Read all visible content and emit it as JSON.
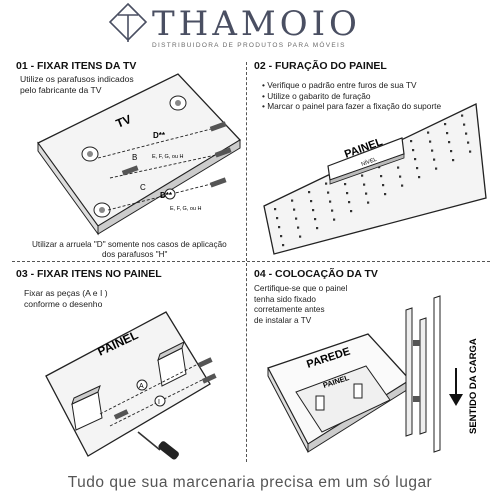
{
  "brand": {
    "name": "THAMOIO",
    "subtitle": "DISTRIBUIDORA DE PRODUTOS PARA MÓVEIS"
  },
  "steps": [
    {
      "title": "01 - FIXAR ITENS DA TV",
      "instructions": [
        "Utilize os parafusos indicados",
        "pelo fabricante da TV"
      ],
      "labels": {
        "surface": "TV",
        "washer_top": "D**",
        "washer_bottom": "D**",
        "screws_top": "E, F, G, ou H",
        "screws_bottom": "E, F, G, ou H",
        "item_b": "B",
        "item_c": "C"
      },
      "footnote": [
        "Utilizar a arruela \"D\" somente nos casos de aplicação",
        "dos parafusos \"H\""
      ]
    },
    {
      "title": "02 - FURAÇÃO DO PAINEL",
      "bullets": [
        "Verifique o padrão entre furos de sua TV",
        "Utilize o gabarito de furação",
        "Marcar o painel para fazer a fixação do suporte"
      ],
      "labels": {
        "surface": "PAINEL",
        "tool": "NÍVEL"
      }
    },
    {
      "title": "03 - FIXAR ITENS NO PAINEL",
      "instructions": [
        "Fixar as peças (A e I )",
        "conforme o desenho"
      ],
      "labels": {
        "surface": "PAINEL",
        "item_a": "A",
        "item_i": "I"
      }
    },
    {
      "title": "04 - COLOCAÇÃO DA TV",
      "instructions": [
        "Certifique-se que o painel",
        "tenha sido fixado",
        "corretamente antes",
        "de instalar a TV"
      ],
      "labels": {
        "wall": "PAREDE",
        "surface": "PAINEL",
        "direction": "SENTIDO DA CARGA"
      }
    }
  ],
  "footer": {
    "tagline": "Tudo que sua marcenaria precisa em um só lugar"
  }
}
